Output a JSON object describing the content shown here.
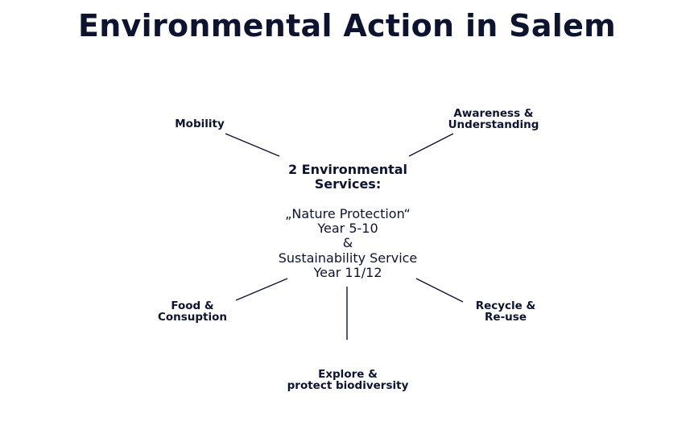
{
  "title": "Environmental Action in Salem",
  "center": {
    "heading_lines": [
      "2 Environmental",
      "Services:"
    ],
    "body_lines": [
      "„Nature Protection“",
      "Year 5-10",
      "&",
      "Sustainability Service",
      "Year 11/12"
    ]
  },
  "branches": {
    "mobility": [
      "Mobility"
    ],
    "awareness": [
      "Awareness &",
      "Understanding"
    ],
    "food": [
      "Food &",
      "Consuption"
    ],
    "recycle": [
      "Recycle &",
      "Re-use"
    ],
    "explore": [
      "Explore &",
      "protect biodiversity"
    ]
  }
}
